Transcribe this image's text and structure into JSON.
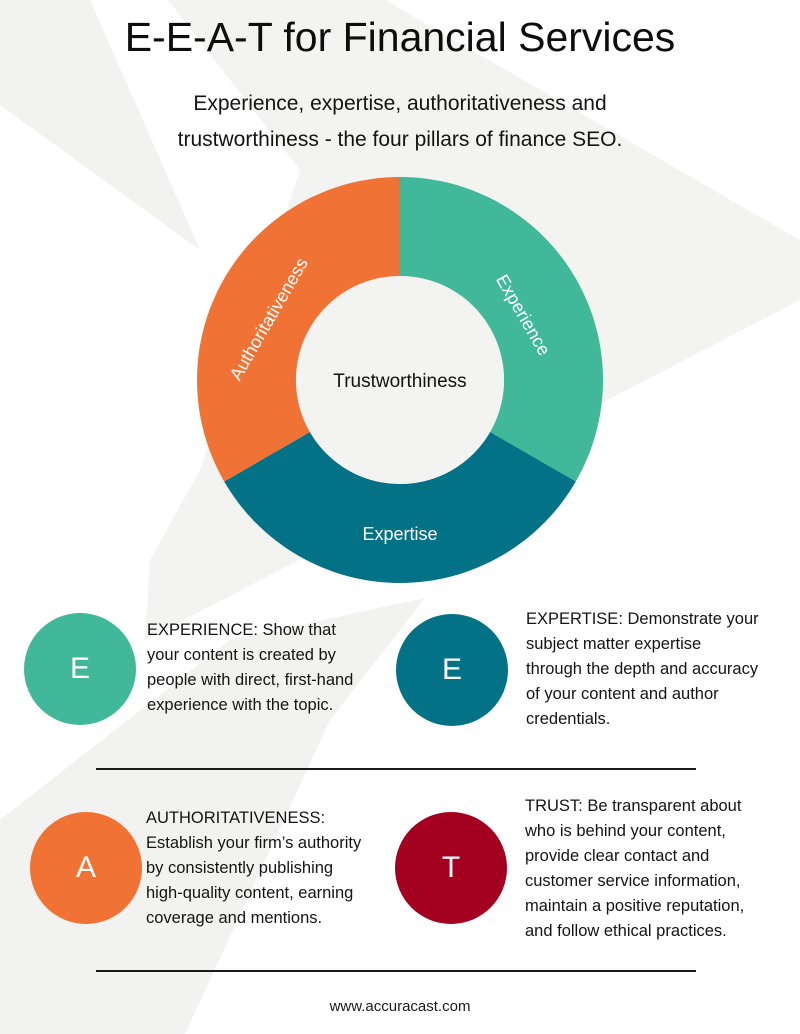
{
  "header": {
    "title": "E-E-A-T for Financial Services",
    "subtitle_line1": "Experience, expertise, authoritativeness and",
    "subtitle_line2": "trustworthiness - the four pillars of finance SEO."
  },
  "colors": {
    "background": "#ffffff",
    "background_shapes": "#f2f2f1",
    "experience": "#40b899",
    "expertise": "#037286",
    "authoritativeness": "#f07335",
    "trust": "#a4001f",
    "center": "#f3f3f2",
    "divider": "#1a1a1a"
  },
  "diagram": {
    "center_label": "Trustworthiness",
    "segments": [
      {
        "label": "Experience",
        "color": "#40b899",
        "position": "top-right"
      },
      {
        "label": "Expertise",
        "color": "#037286",
        "position": "bottom"
      },
      {
        "label": "Authoritativeness",
        "color": "#f07335",
        "position": "top-left"
      }
    ]
  },
  "pillars": [
    {
      "letter": "E",
      "color": "#40b899",
      "text": "EXPERIENCE: Show that your content is created by people with direct, first-hand experience with the topic.",
      "lines": [
        "EXPERIENCE: Show that",
        "your content is created by",
        "people with direct, first-hand",
        "experience with the topic."
      ]
    },
    {
      "letter": "E",
      "color": "#037286",
      "text": "EXPERTISE: Demonstrate your subject matter expertise through the depth and accuracy of your content and author credentials.",
      "lines": [
        "EXPERTISE: Demonstrate your",
        "subject matter expertise",
        "through the depth and accuracy",
        "of your content and author",
        "credentials."
      ]
    },
    {
      "letter": "A",
      "color": "#f07335",
      "text": "AUTHORITATIVENESS: Establish your firm’s authority by consistently publishing high-quality content, earning coverage and mentions.",
      "lines": [
        "AUTHORITATIVENESS:",
        "Establish your firm’s authority",
        "by consistently publishing",
        "high-quality content, earning",
        "coverage and mentions."
      ]
    },
    {
      "letter": "T",
      "color": "#a4001f",
      "text": "TRUST: Be transparent about who is behind your content, provide clear contact and customer service information, maintain a positive reputation, and follow ethical practices.",
      "lines": [
        "TRUST: Be transparent about",
        "who is behind your content,",
        "provide clear contact and",
        "customer service information,",
        "maintain a positive reputation,",
        "and follow ethical practices."
      ]
    }
  ],
  "footer": {
    "url": "www.accuracast.com"
  }
}
